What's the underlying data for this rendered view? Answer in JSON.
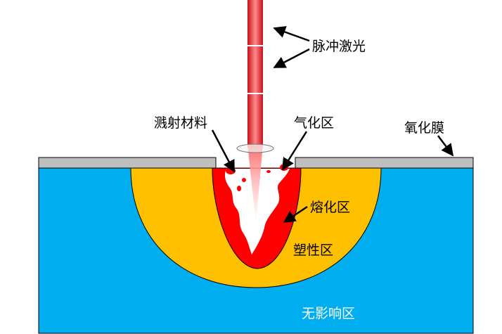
{
  "diagram": {
    "labels": {
      "pulse_laser": "脉冲激光",
      "splatter_material": "溅射材料",
      "vapor_zone": "气化区",
      "oxide_film": "氧化膜",
      "melt_zone": "熔化区",
      "plastic_zone": "塑性区",
      "unaffected_zone": "无影响区"
    },
    "colors": {
      "substrate": "#00AEEF",
      "plastic_zone": "#FFC000",
      "melt_zone": "#FF0000",
      "vapor_zone": "#FFFFFF",
      "oxide_film": "#BFBFBF",
      "laser_beam": "#E0202C",
      "outline": "#000000"
    }
  }
}
